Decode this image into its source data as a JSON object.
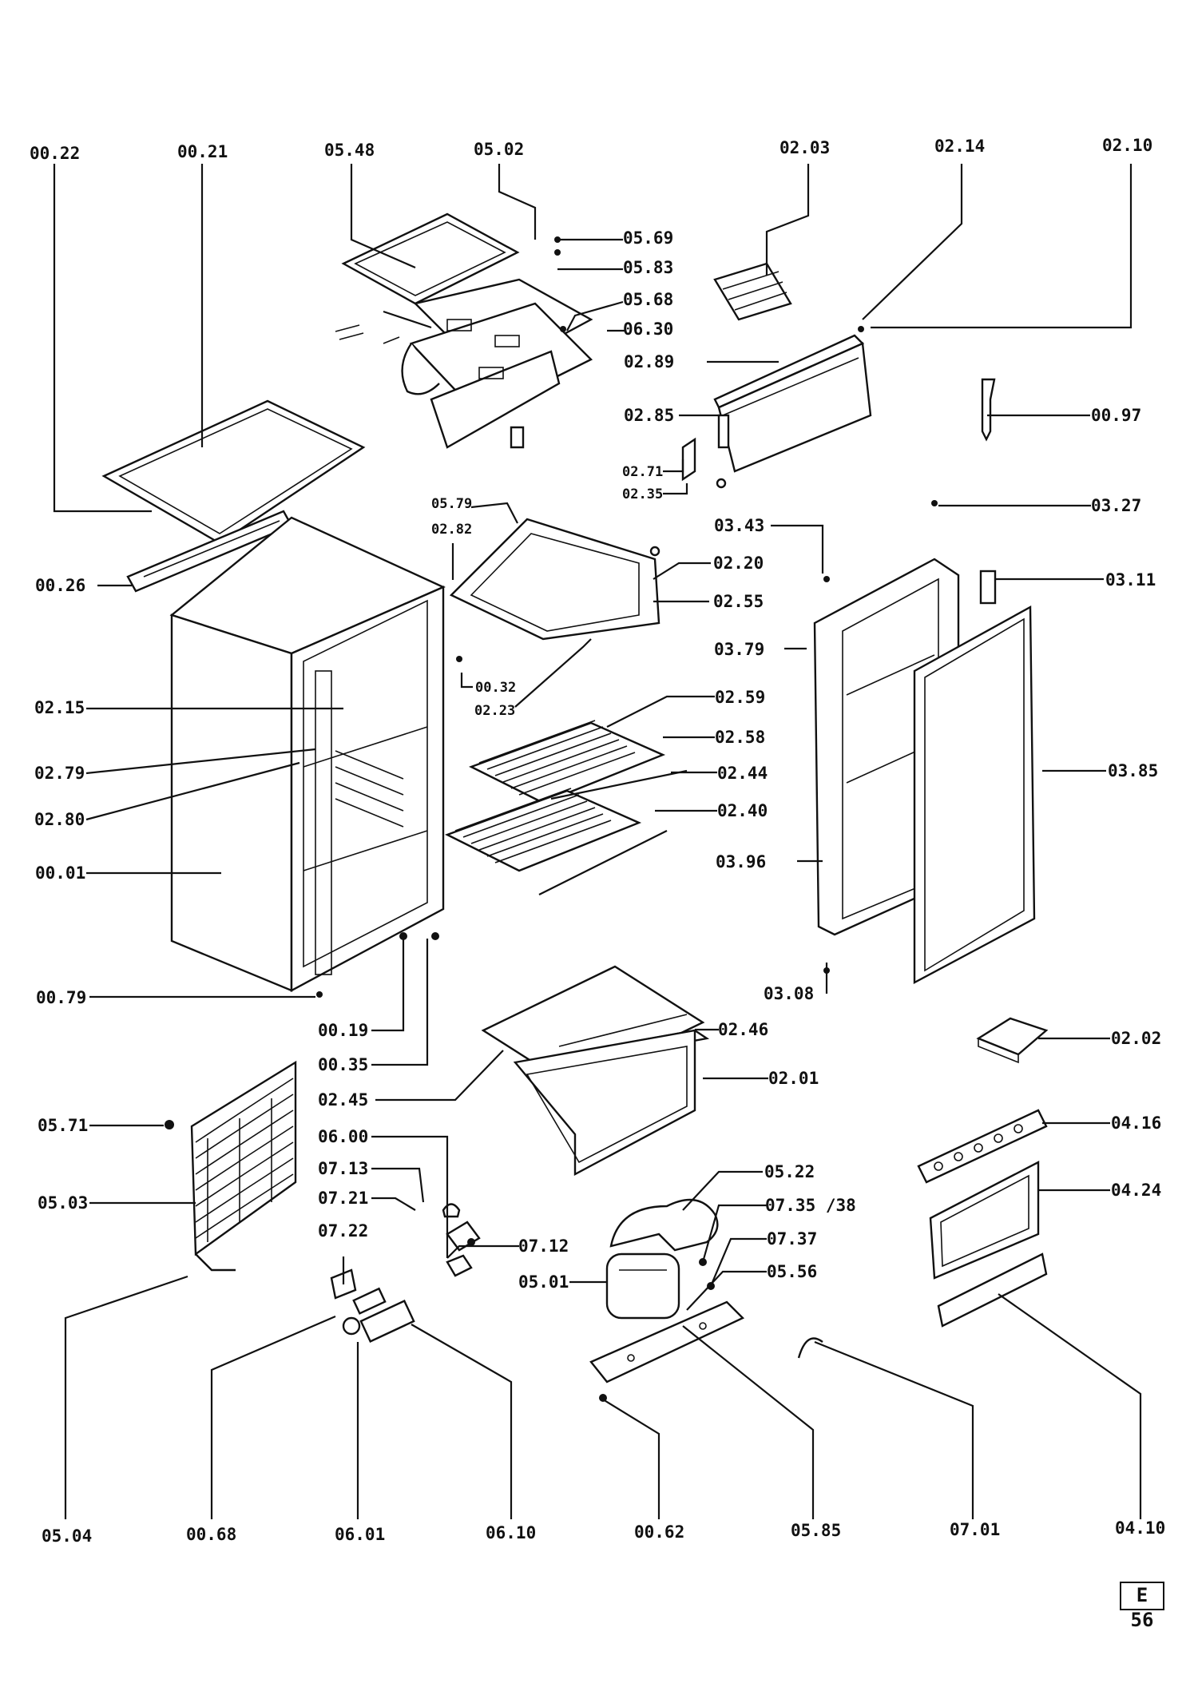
{
  "figure_code": "E 56",
  "labels": [
    "00.22",
    "00.21",
    "05.48",
    "05.02",
    "02.03",
    "02.14",
    "02.10",
    "05.69",
    "05.83",
    "05.68",
    "06.30",
    "02.89",
    "02.85",
    "00.97",
    "02.71",
    "02.35",
    "05.79",
    "03.27",
    "02.82",
    "03.43",
    "00.26",
    "02.20",
    "03.11",
    "02.55",
    "03.79",
    "00.32",
    "02.15",
    "02.23",
    "02.59",
    "02.58",
    "02.79",
    "02.44",
    "03.85",
    "02.40",
    "02.80",
    "03.96",
    "00.01",
    "03.08",
    "00.79",
    "00.19",
    "02.46",
    "02.02",
    "00.35",
    "02.45",
    "02.01",
    "05.71",
    "04.16",
    "06.00",
    "07.13",
    "05.03",
    "05.22",
    "04.24",
    "07.21",
    "07.35 /38",
    "07.22",
    "07.12",
    "07.37",
    "05.56",
    "05.01",
    "05.04",
    "00.68",
    "06.01",
    "06.10",
    "00.62",
    "05.85",
    "07.01",
    "04.10"
  ]
}
